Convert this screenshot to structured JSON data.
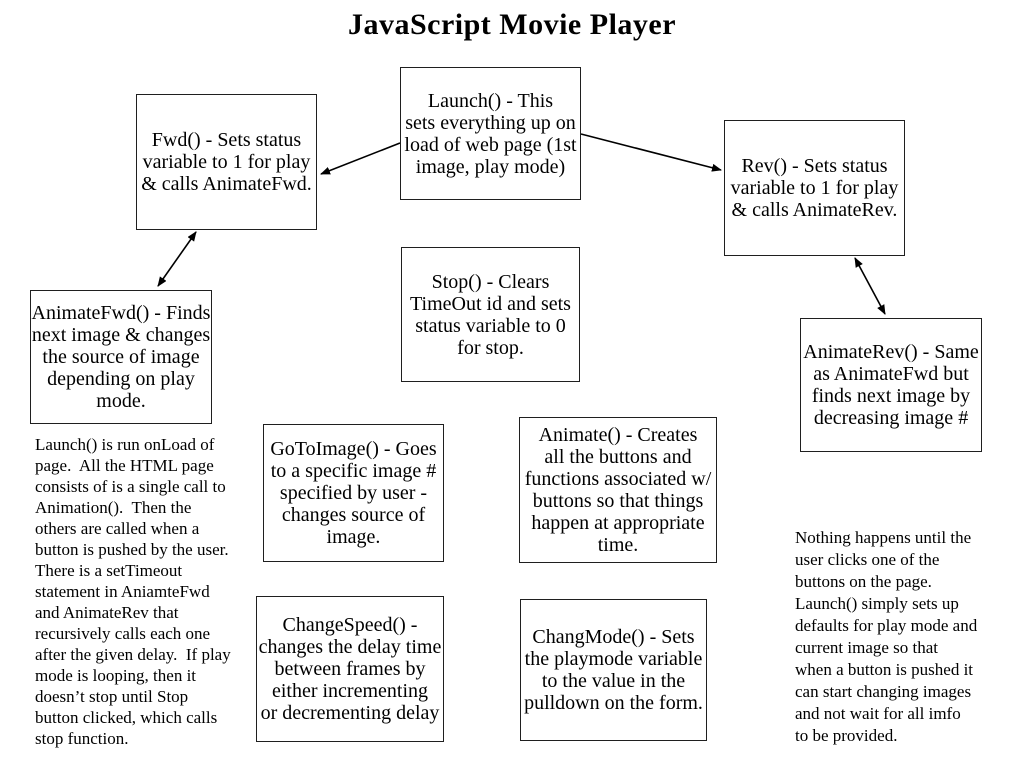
{
  "page": {
    "title": "JavaScript Movie Player",
    "background_color": "#ffffff",
    "line_color": "#000000"
  },
  "boxes": [
    {
      "id": "launch",
      "text": "Launch() - This\nsets everything up on\nload of web page (1st\nimage, play mode)"
    },
    {
      "id": "fwd",
      "text": "Fwd() - Sets status\nvariable to 1 for play\n& calls AnimateFwd."
    },
    {
      "id": "rev",
      "text": "Rev() - Sets status\nvariable to 1 for play\n& calls AnimateRev."
    },
    {
      "id": "stop",
      "text": "Stop() - Clears\nTimeOut id and sets\nstatus variable to 0\nfor stop."
    },
    {
      "id": "animate-fwd",
      "text": "AnimateFwd() - Finds\nnext image & changes\nthe source of image\ndepending on play\nmode."
    },
    {
      "id": "animate-rev",
      "text": "AnimateRev() - Same\nas AnimateFwd but\nfinds next image by\ndecreasing image #"
    },
    {
      "id": "go-to-image",
      "text": "GoToImage() - Goes\nto a specific image #\nspecified by user -\nchanges source of\nimage."
    },
    {
      "id": "animate",
      "text": "Animate() - Creates\nall the buttons and\nfunctions associated w/\nbuttons so that things\nhappen at appropriate\ntime."
    },
    {
      "id": "change-speed",
      "text": "ChangeSpeed() -\nchanges the delay time\nbetween frames by\neither incrementing\nor decrementing delay"
    },
    {
      "id": "chang-mode",
      "text": "ChangMode() - Sets\nthe playmode variable\nto the value in the\npulldown on the form."
    }
  ],
  "notes": {
    "left": "Launch() is run onLoad of\npage.  All the HTML page\nconsists of is a single call to\nAnimation().  Then the\nothers are called when a\nbutton is pushed by the user.\nThere is a setTimeout\nstatement in AniamteFwd\nand AnimateRev that\nrecursively calls each one\nafter the given delay.  If play\nmode is looping, then it\ndoesn’t stop until Stop\nbutton clicked, which calls\nstop function.",
    "right": "Nothing happens until the\nuser clicks one of the\nbuttons on the page.\nLaunch() simply sets up\ndefaults for play mode and\ncurrent image so that\nwhen a button is pushed it\ncan start changing images\nand not wait for all imfo\nto be provided."
  },
  "connections": [
    {
      "from": "launch",
      "to": "fwd",
      "arrow": "single"
    },
    {
      "from": "launch",
      "to": "rev",
      "arrow": "single"
    },
    {
      "from": "fwd",
      "to": "animate-fwd",
      "arrow": "double"
    },
    {
      "from": "rev",
      "to": "animate-rev",
      "arrow": "double"
    }
  ]
}
